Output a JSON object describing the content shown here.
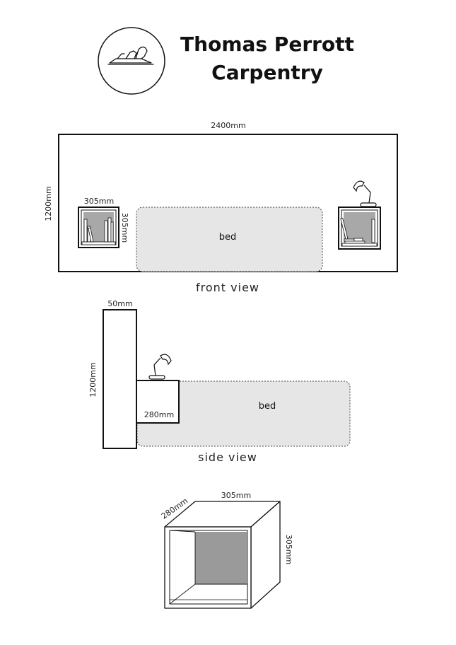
{
  "brand": {
    "line1": "Thomas Perrott",
    "line2": "Carpentry",
    "logo_icon": "hand-plane-icon"
  },
  "front_view": {
    "caption": "front view",
    "width_label": "2400mm",
    "height_label": "1200mm",
    "shelf_width_label": "305mm",
    "shelf_height_label": "305mm",
    "bed_label": "bed"
  },
  "side_view": {
    "caption": "side view",
    "depth_label": "50mm",
    "height_label": "1200mm",
    "shelf_depth_label": "280mm",
    "bed_label": "bed"
  },
  "shelf_detail": {
    "depth_label": "280mm",
    "width_label": "305mm",
    "height_label": "305mm"
  },
  "colors": {
    "line": "#111111",
    "bed_fill": "#e6e6e6",
    "shelf_back": "#9a9a9a",
    "panel_fill": "#ffffff"
  }
}
